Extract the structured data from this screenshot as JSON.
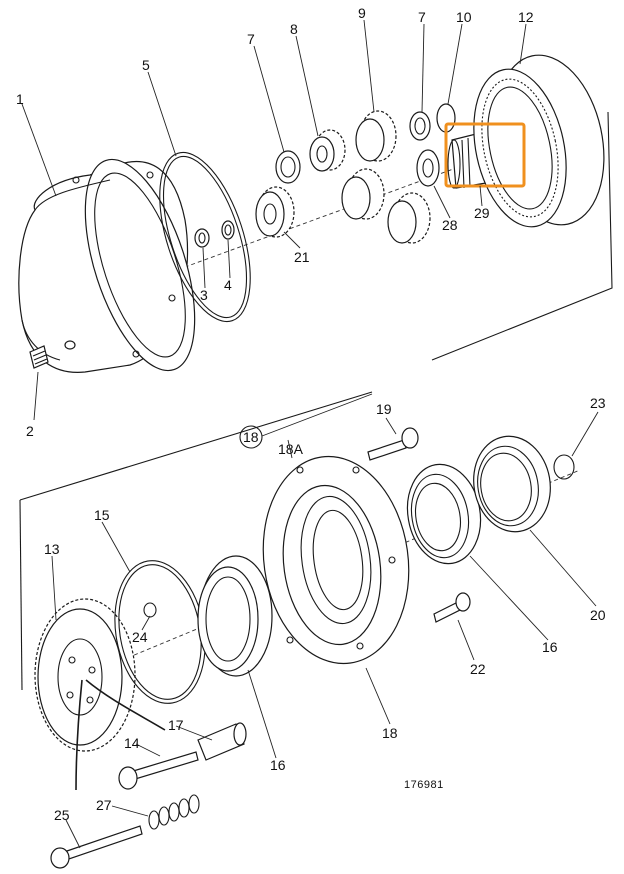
{
  "labels": {
    "p1": "1",
    "p2": "2",
    "p3": "3",
    "p4": "4",
    "p5": "5",
    "p7a": "7",
    "p7b": "7",
    "p8": "8",
    "p9": "9",
    "p10": "10",
    "p12": "12",
    "p13": "13",
    "p14": "14",
    "p15": "15",
    "p16a": "16",
    "p16b": "16",
    "p17": "17",
    "p18": "18",
    "p18circle": "18",
    "p18a": "18A",
    "p19": "19",
    "p20": "20",
    "p21": "21",
    "p22": "22",
    "p23": "23",
    "p24": "24",
    "p25": "25",
    "p27": "27",
    "p28": "28",
    "p29": "29"
  },
  "figure_ref": "176981",
  "highlight": {
    "color": "#f0901e"
  }
}
